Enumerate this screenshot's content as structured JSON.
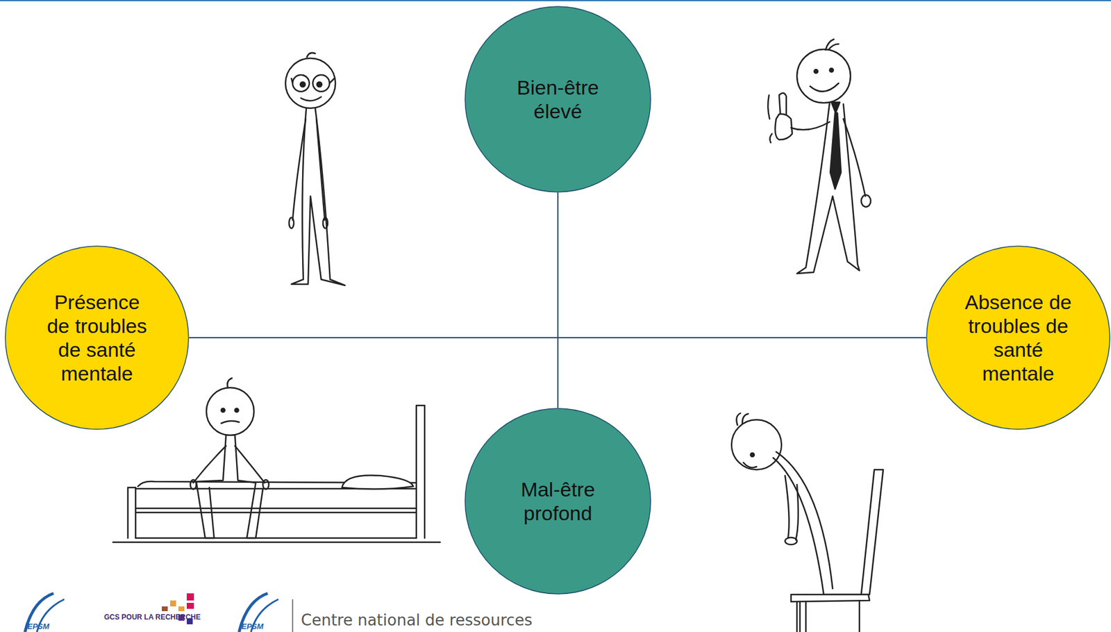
{
  "diagram": {
    "nodes": [
      {
        "text": [
          "Bien-être élevé"
        ]
      },
      {
        "text": [
          "Présence de troubles de santé mentale"
        ]
      },
      {
        "text": [
          "Absence de troubles de santé mentale"
        ]
      },
      {
        "text": [
          "Mal-être profond"
        ]
      }
    ],
    "edges": [
      {
        "from": 0,
        "to": 3,
        "arrow": "none"
      },
      {
        "from": 1,
        "to": 2,
        "arrow": "none"
      }
    ],
    "labels": [
      "EPSM",
      "GCS POUR LA RECHERCHE",
      "EPSM",
      "Centre national de ressources"
    ]
  }
}
